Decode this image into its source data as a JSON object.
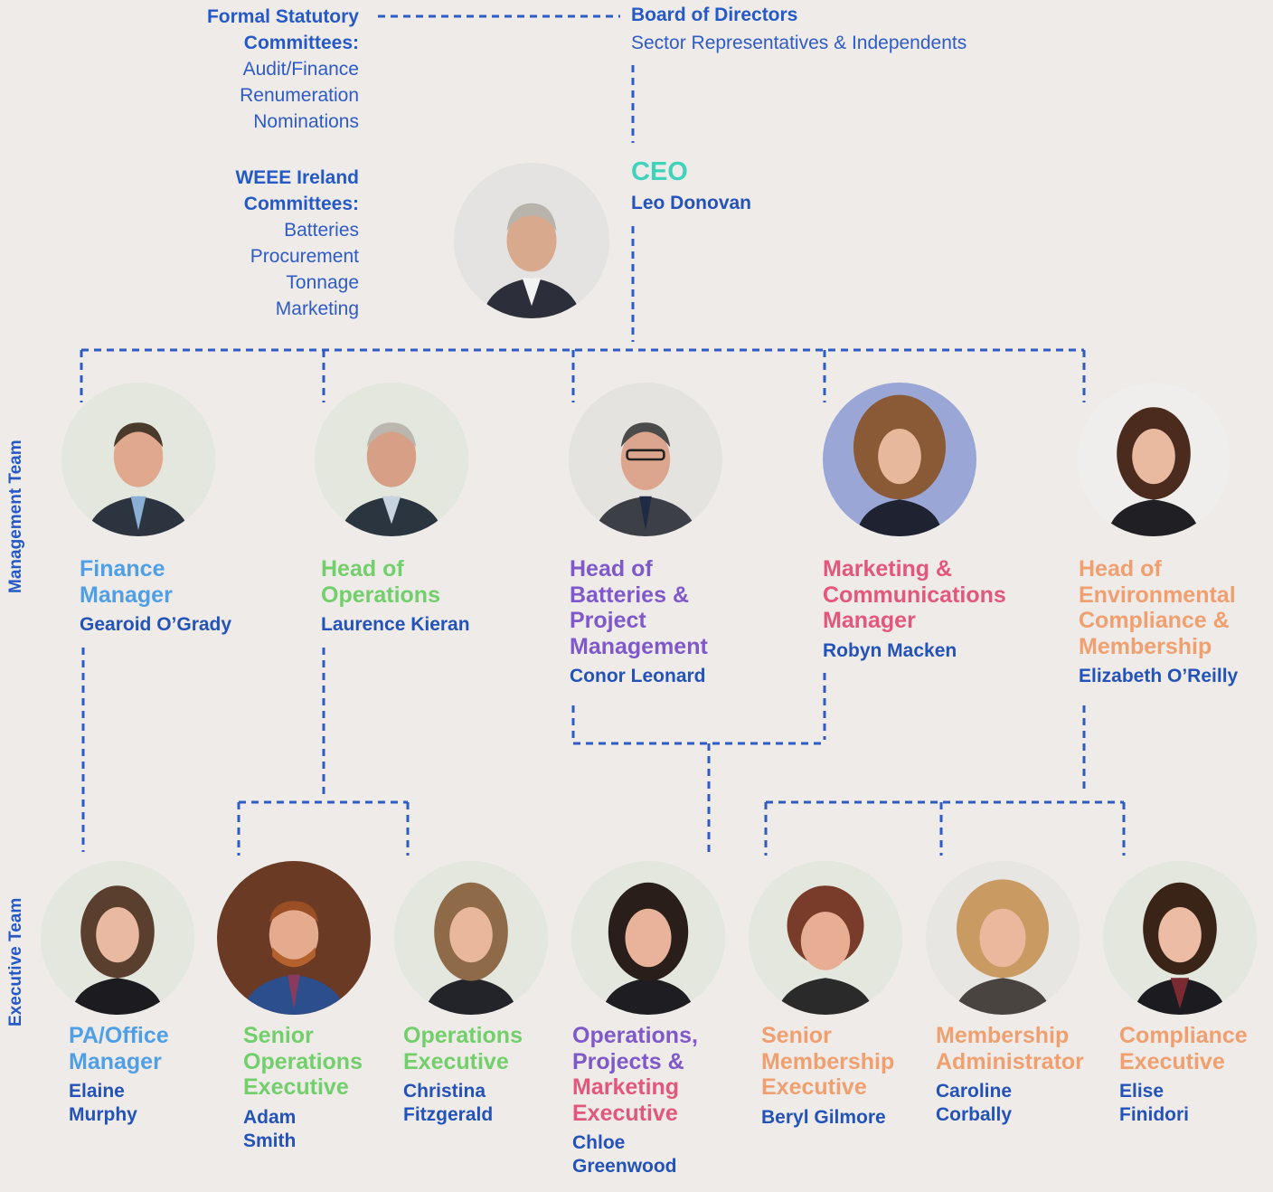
{
  "committees": {
    "formal": {
      "heading": [
        "Formal Statutory",
        "Committees:"
      ],
      "items": [
        "Audit/Finance",
        "Renumeration",
        "Nominations"
      ]
    },
    "weee": {
      "heading": [
        "WEEE Ireland",
        "Committees:"
      ],
      "items": [
        "Batteries",
        "Procurement",
        "Tonnage",
        "Marketing"
      ]
    }
  },
  "board": {
    "title": "Board of Directors",
    "subtitle": "Sector Representatives & Independents"
  },
  "ceo": {
    "title": "CEO",
    "name": "Leo Donovan"
  },
  "side_labels": {
    "management": "Management Team",
    "executive": "Executive Team"
  },
  "management": [
    {
      "role": [
        "Finance",
        "Manager"
      ],
      "name": [
        "Gearoid O’Grady"
      ],
      "color": "#4f9fe6"
    },
    {
      "role": [
        "Head of",
        "Operations"
      ],
      "name": [
        "Laurence Kieran"
      ],
      "color": "#72cf6b"
    },
    {
      "role": [
        "Head of",
        "Batteries &",
        "Project",
        "Management"
      ],
      "name": [
        "Conor Leonard"
      ],
      "color": "#7f59c9"
    },
    {
      "role": [
        "Marketing &",
        "Communications",
        "Manager"
      ],
      "name": [
        "Robyn Macken"
      ],
      "color": "#e3577c"
    },
    {
      "role": [
        "Head of",
        "Environmental",
        "Compliance &",
        "Membership"
      ],
      "name": [
        "Elizabeth O’Reilly"
      ],
      "color": "#f0a070"
    }
  ],
  "executive": [
    {
      "role": [
        "PA/Office",
        "Manager"
      ],
      "name": [
        "Elaine",
        "Murphy"
      ],
      "color": "#4f9fe6"
    },
    {
      "role": [
        "Senior",
        "Operations",
        "Executive"
      ],
      "name": [
        "Adam",
        "Smith"
      ],
      "color": "#72cf6b"
    },
    {
      "role": [
        "Operations",
        "Executive"
      ],
      "name": [
        "Christina",
        "Fitzgerald"
      ],
      "color": "#72cf6b"
    },
    {
      "role": [
        "Operations,",
        "Projects &",
        "Marketing",
        "Executive"
      ],
      "name": [
        "Chloe",
        "Greenwood"
      ],
      "colors": [
        "#7f59c9",
        "#7f59c9",
        "#e3577c",
        "#e3577c"
      ]
    },
    {
      "role": [
        "Senior",
        "Membership",
        "Executive"
      ],
      "name": [
        "Beryl Gilmore"
      ],
      "color": "#f0a070"
    },
    {
      "role": [
        "Membership",
        "Administrator"
      ],
      "name": [
        "Caroline",
        "Corbally"
      ],
      "color": "#f0a070"
    },
    {
      "role": [
        "Compliance",
        "Executive"
      ],
      "name": [
        "Elise",
        "Finidori"
      ],
      "color": "#f0a070"
    }
  ]
}
